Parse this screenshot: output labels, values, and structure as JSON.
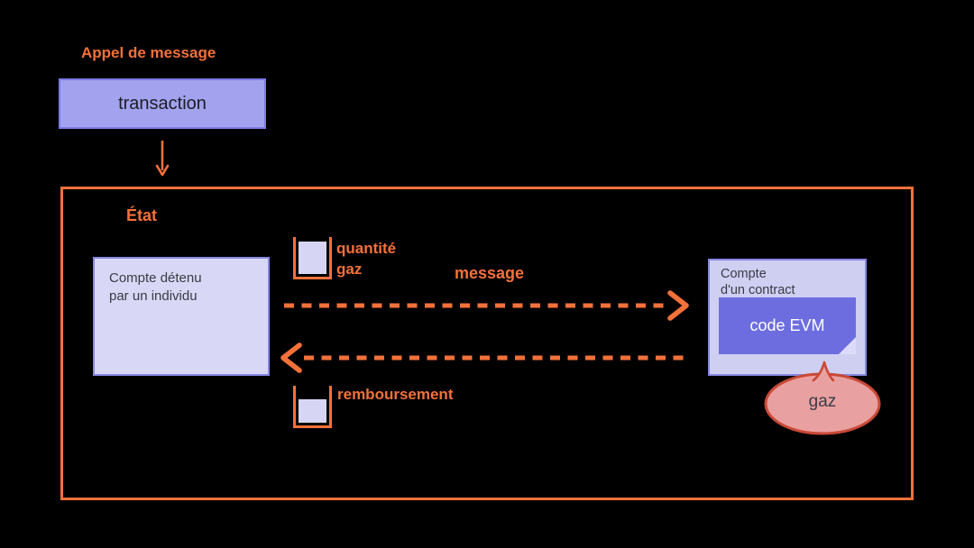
{
  "diagram": {
    "header_label": "Appel de message",
    "transaction_box": {
      "label": "transaction"
    },
    "state_box": {
      "label": "État"
    },
    "individual_account_box": {
      "line1": "Compte détenu",
      "line2": "par un individu"
    },
    "gas_quantity_beaker": {
      "label_line1": "quantité",
      "label_line2": "gaz"
    },
    "message_arrow": {
      "label": "message"
    },
    "refund_beaker": {
      "label": "remboursement"
    },
    "contract_account_box": {
      "line1": "Compte",
      "line2": "d'un contract",
      "evm_label": "code EVM"
    },
    "gas_bubble": {
      "label": "gaz"
    }
  },
  "colors": {
    "background": "#000000",
    "accent_orange": "#f4713a",
    "transaction_fill": "#a2a2ee",
    "transaction_border": "#7b7be4",
    "account_fill": "#d8d8f6",
    "account_border": "#8787e2",
    "contract_fill": "#cfcff2",
    "evm_fill": "#6d6de0",
    "beaker_fill": "#d6d6f4",
    "bubble_fill": "#e9a0a0",
    "bubble_border": "#c94936",
    "dark_text": "#3b3b45"
  }
}
